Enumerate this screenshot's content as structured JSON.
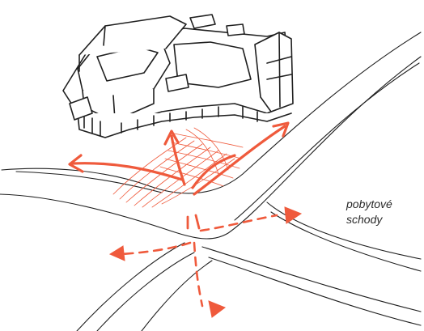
{
  "diagram": {
    "annotation": {
      "line1": "pobytové",
      "line2": "schody"
    },
    "colors": {
      "ink": "#1f1f1f",
      "accent": "#ef5a3c"
    },
    "elements": [
      "building-sketch",
      "street-lines",
      "pedestrian-flow-arrows",
      "hatched-plaza",
      "crossing-dashes"
    ]
  }
}
